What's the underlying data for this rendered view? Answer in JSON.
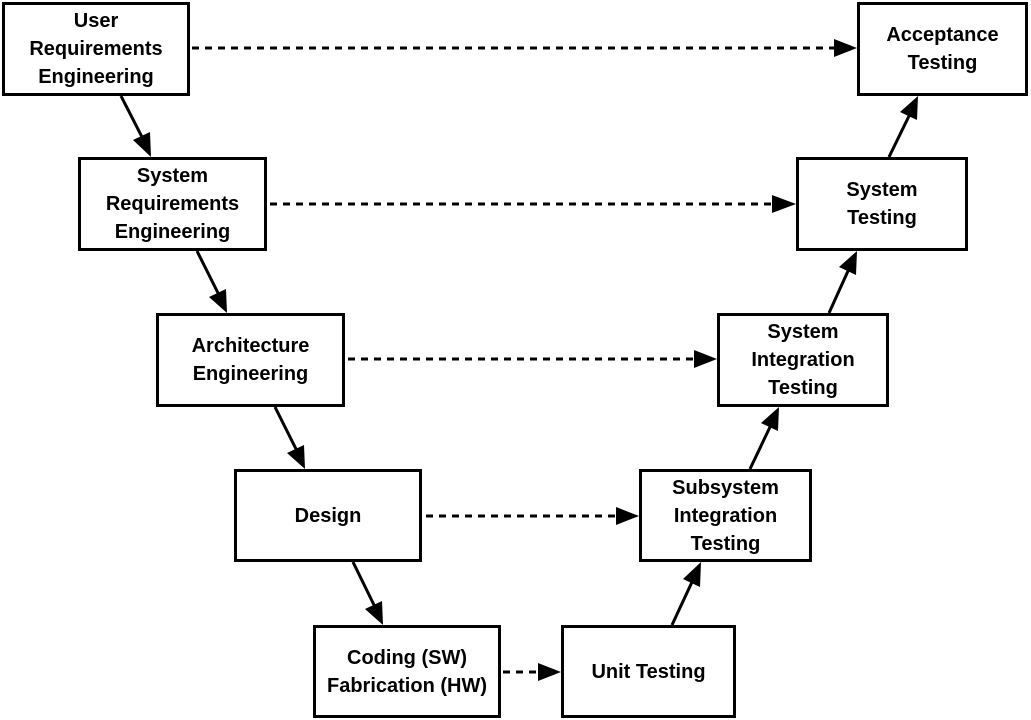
{
  "diagram": {
    "nodes": {
      "user_requirements": "User\nRequirements\nEngineering",
      "system_requirements": "System\nRequirements\nEngineering",
      "architecture": "Architecture\nEngineering",
      "design": "Design",
      "coding": "Coding (SW)\nFabrication (HW)",
      "unit_testing": "Unit Testing",
      "subsystem_integration": "Subsystem\nIntegration\nTesting",
      "system_integration": "System\nIntegration\nTesting",
      "system_testing": "System\nTesting",
      "acceptance_testing": "Acceptance\nTesting"
    },
    "edges": {
      "flow": [
        {
          "from": "user_requirements",
          "to": "system_requirements"
        },
        {
          "from": "system_requirements",
          "to": "architecture"
        },
        {
          "from": "architecture",
          "to": "design"
        },
        {
          "from": "design",
          "to": "coding"
        },
        {
          "from": "unit_testing",
          "to": "subsystem_integration"
        },
        {
          "from": "subsystem_integration",
          "to": "system_integration"
        },
        {
          "from": "system_integration",
          "to": "system_testing"
        },
        {
          "from": "system_testing",
          "to": "acceptance_testing"
        }
      ],
      "verification": [
        {
          "from": "user_requirements",
          "to": "acceptance_testing"
        },
        {
          "from": "system_requirements",
          "to": "system_testing"
        },
        {
          "from": "architecture",
          "to": "system_integration"
        },
        {
          "from": "design",
          "to": "subsystem_integration"
        },
        {
          "from": "coding",
          "to": "unit_testing"
        }
      ]
    },
    "colors": {
      "stroke": "#000000",
      "background": "#ffffff"
    }
  }
}
